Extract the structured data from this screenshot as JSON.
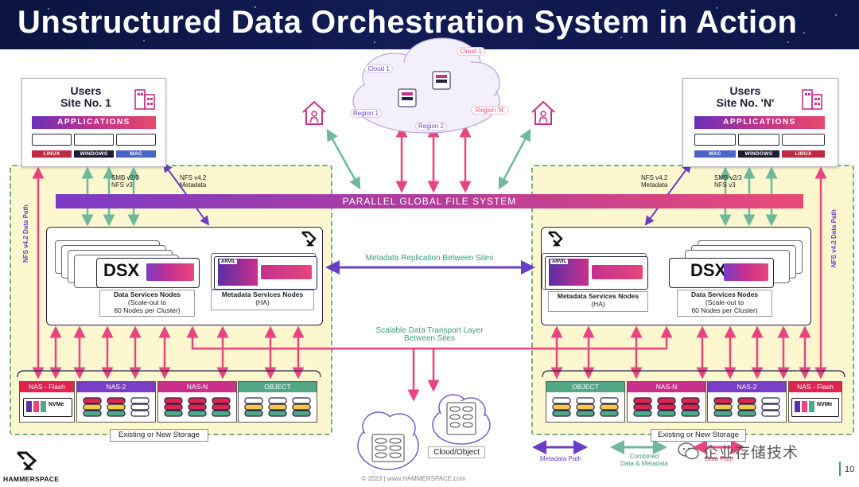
{
  "title": "Unstructured Data Orchestration System in Action",
  "cloud": {
    "labels": [
      "Cloud 1",
      "Cloud 1",
      "Region 1",
      "Region 2",
      "Region 'N'"
    ]
  },
  "site_left": {
    "users_title_1": "Users",
    "users_title_2": "Site No. 1",
    "applications": "APPLICATIONS",
    "os": [
      "LINUX",
      "WINDOWS",
      "MAC"
    ],
    "smb_label_1": "SMB v2/3",
    "smb_label_2": "NFS v3",
    "nfs_meta_1": "NFS v4.2",
    "nfs_meta_2": "Metadata",
    "data_path": "NFS v4.2 Data Path",
    "dsx": "DSX",
    "anvil": "ANVIL",
    "dsn_1": "Data Services Nodes",
    "dsn_2": "(Scale-out to",
    "dsn_3": "60 Nodes per Cluster)",
    "msn_1": "Metadata Services Nodes",
    "msn_2": "(HA)",
    "storage": [
      "NAS - Flash",
      "NAS-2",
      "NAS-N",
      "OBJECT"
    ],
    "nvme": "NVMe",
    "storage_caption": "Existing or New Storage"
  },
  "site_right": {
    "users_title_1": "Users",
    "users_title_2": "Site No. 'N'",
    "applications": "APPLICATIONS",
    "os": [
      "MAC",
      "WINDOWS",
      "LINUX"
    ],
    "smb_label_1": "SMB v2/3",
    "smb_label_2": "NFS v3",
    "nfs_meta_1": "NFS v4.2",
    "nfs_meta_2": "Metadata",
    "data_path": "NFS v4.2 Data Path",
    "dsx": "DSX",
    "anvil": "ANVIL",
    "dsn_1": "Data Services Nodes",
    "dsn_2": "(Scale-out to",
    "dsn_3": "60 Nodes per Cluster)",
    "msn_1": "Metadata Services Nodes",
    "msn_2": "(HA)",
    "storage": [
      "OBJECT",
      "NAS-N",
      "NAS-2",
      "NAS - Flash"
    ],
    "nvme": "NVMe",
    "storage_caption": "Existing or New Storage"
  },
  "center": {
    "pgfs": "PARALLEL GLOBAL FILE SYSTEM",
    "replication": "Metadata Replication Between Sites",
    "transport_1": "Scalable Data Transport Layer",
    "transport_2": "Between Sites",
    "cloud_object": "Cloud/Object"
  },
  "legend": {
    "metadata_path": "Metadata Path",
    "combined_1": "Combined",
    "combined_2": "Data & Metadata",
    "data_path": "Data Path"
  },
  "footer": {
    "brand": "HAMMERSPACE",
    "copyright": "© 2023  |  www.HAMMERSPACE.com",
    "page_number": "10",
    "watermark": "企业存储技术"
  },
  "colors": {
    "purple": "#6b3fc2",
    "magenta": "#e8457e",
    "teal": "#6fb89a",
    "zone_fill": "#fdf7cf",
    "title_bg": "#0f1848",
    "nas_flash": "#e0244f",
    "nas_2": "#7a3dc8",
    "nas_n": "#c8308c",
    "object": "#52a787"
  }
}
